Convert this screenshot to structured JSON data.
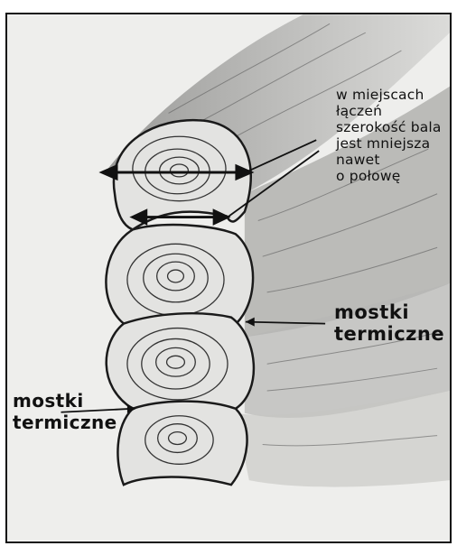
{
  "labels": {
    "width_note": "w miejscach\nłączeń\nszerokość bala\njest mniejsza\nnawet\no połowę",
    "thermal_bridges_right": "mostki\ntermiczne",
    "thermal_bridges_left": "mostki\ntermiczne"
  },
  "colors": {
    "paper": "#eeeeec",
    "pencil": "#1a1a1a",
    "log_face": "#e3e3e1",
    "log_side": "#9a9a98",
    "frame": "#111111"
  }
}
